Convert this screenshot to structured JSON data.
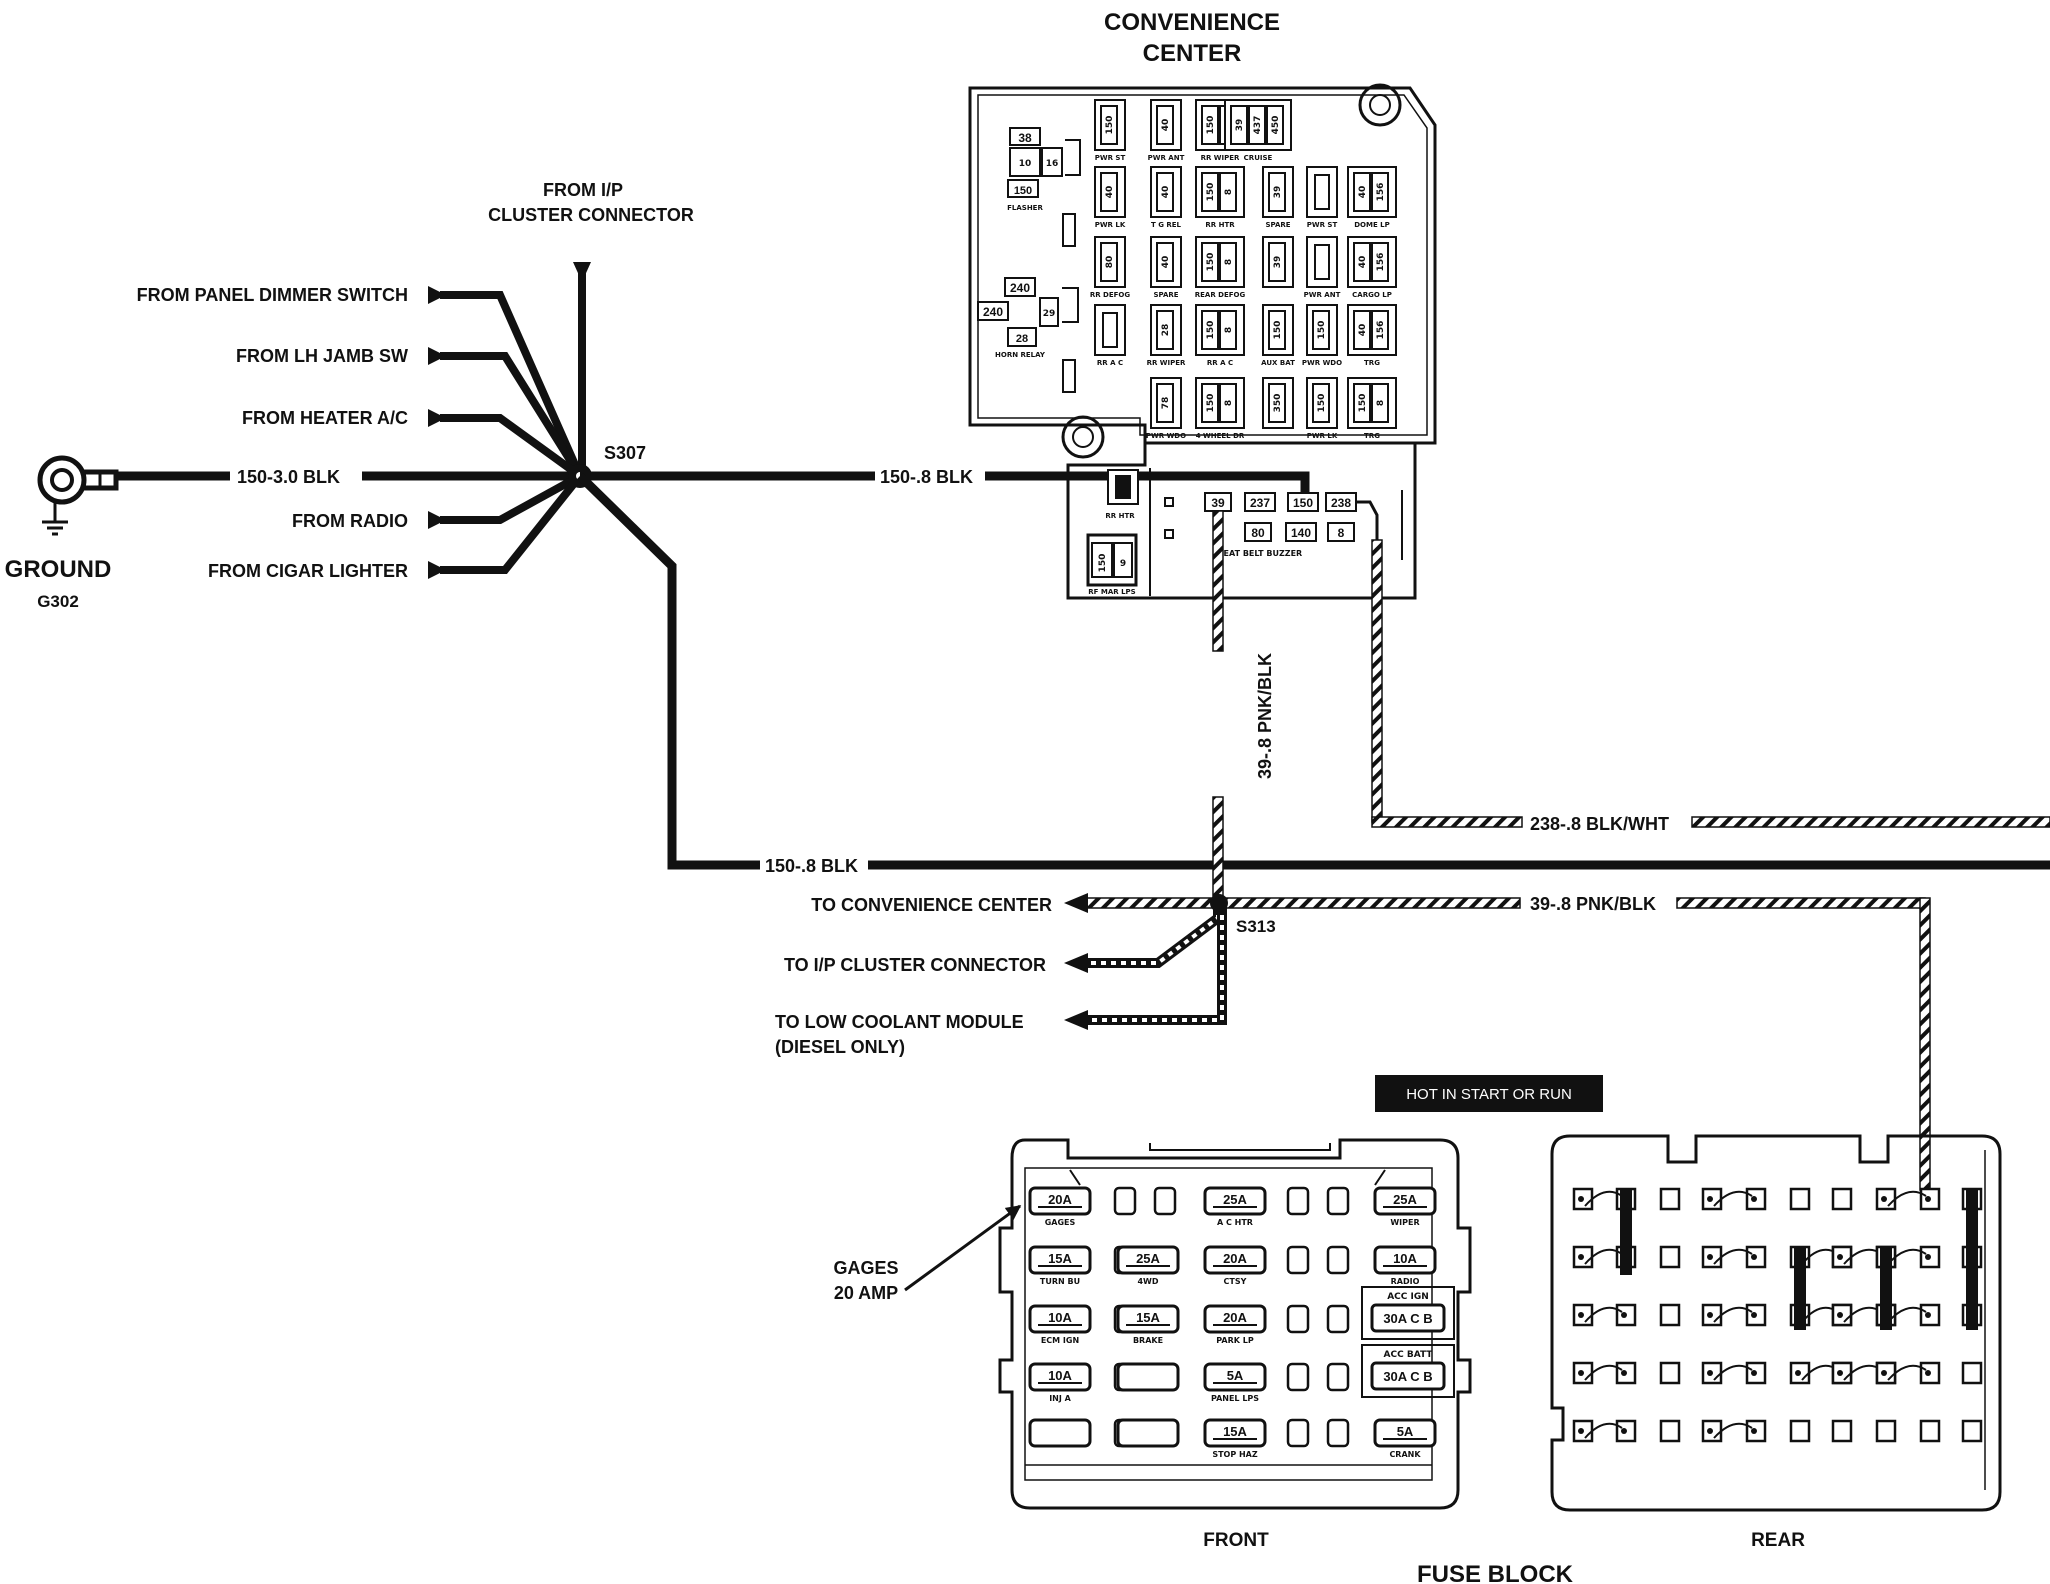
{
  "ground": {
    "label": "GROUND",
    "id": "G302",
    "wire": "150-3.0 BLK"
  },
  "splice_s307": {
    "label": "S307"
  },
  "splice_s313": {
    "label": "S313"
  },
  "inputs": {
    "ip_cluster": [
      "FROM I/P",
      "CLUSTER CONNECTOR"
    ],
    "panel_dimmer": "FROM PANEL DIMMER SWITCH",
    "lh_jamb": "FROM LH JAMB SW",
    "heater_ac": "FROM HEATER A/C",
    "radio": "FROM RADIO",
    "cigar": "FROM CIGAR LIGHTER"
  },
  "wires": {
    "to_conv_center": "150-.8 BLK",
    "main_ground": "150-.8 BLK",
    "pnk_vertical": "39-.8 PNK/BLK",
    "blk_wht": "238-.8 BLK/WHT",
    "pnk_horizontal": "39-.8 PNK/BLK"
  },
  "outputs": {
    "conv_center": "TO CONVENIENCE CENTER",
    "ip_cluster": "TO I/P CLUSTER CONNECTOR",
    "low_coolant": [
      "TO LOW  COOLANT MODULE",
      "(DIESEL ONLY)"
    ]
  },
  "convenience_center": {
    "title": [
      "CONVENIENCE",
      "CENTER"
    ],
    "connector_row1": [
      "39",
      "237",
      "150",
      "238"
    ],
    "connector_row2": [
      "80",
      "140",
      "8"
    ],
    "buzzer_label": "SEAT BELT BUZZER",
    "rr_htr_label": "RR HTR",
    "rr_mar_label": "RF MAR LPS",
    "cells": [
      {
        "n": [
          "150"
        ],
        "label": "PWR ST"
      },
      {
        "n": [
          "40"
        ],
        "label": "PWR ANT"
      },
      {
        "n": [
          "150",
          "8"
        ],
        "label": "RR WIPER"
      },
      {
        "n": [
          "39",
          "437",
          "450"
        ],
        "label": "CRUISE"
      },
      {
        "n": [
          "40"
        ],
        "label": "PWR LK"
      },
      {
        "n": [
          "40"
        ],
        "label": "T G REL"
      },
      {
        "n": [
          "150",
          "8"
        ],
        "label": "RR HTR"
      },
      {
        "n": [
          "39"
        ],
        "label": "SPARE"
      },
      {
        "n": [],
        "label": "PWR ST"
      },
      {
        "n": [
          "40",
          "156"
        ],
        "label": "DOME LP"
      },
      {
        "n": [
          "80"
        ],
        "label": "RR DEFOG"
      },
      {
        "n": [
          "40"
        ],
        "label": "SPARE"
      },
      {
        "n": [
          "150",
          "8"
        ],
        "label": "REAR DEFOG"
      },
      {
        "n": [
          "39"
        ],
        "label": ""
      },
      {
        "n": [],
        "label": "PWR ANT"
      },
      {
        "n": [
          "40",
          "156"
        ],
        "label": "CARGO LP"
      },
      {
        "n": [],
        "label": "RR A C"
      },
      {
        "n": [
          "28"
        ],
        "label": "RR WIPER"
      },
      {
        "n": [
          "150",
          "8"
        ],
        "label": "RR A C"
      },
      {
        "n": [
          "150"
        ],
        "label": "AUX BAT"
      },
      {
        "n": [
          "150"
        ],
        "label": "PWR WDO"
      },
      {
        "n": [
          "40",
          "156"
        ],
        "label": "TRG"
      },
      {
        "n": [
          "78"
        ],
        "label": "PWR WDO"
      },
      {
        "n": [
          "150",
          "8"
        ],
        "label": "4 WHEEL DR"
      },
      {
        "n": [
          "350"
        ],
        "label": ""
      },
      {
        "n": [
          "150"
        ],
        "label": "PWR LK"
      },
      {
        "n": [
          "150",
          "8"
        ],
        "label": "TRG"
      }
    ],
    "left_relays": {
      "flasher_nums": [
        "38",
        "10",
        "16",
        "150"
      ],
      "flasher_label": "FLASHER",
      "horn_nums": [
        "240",
        "240",
        "29",
        "28"
      ],
      "horn_label": "HORN RELAY"
    }
  },
  "hot_label": "HOT IN START OR RUN",
  "gages_callout": [
    "GAGES",
    "20 AMP"
  ],
  "fuse_block": {
    "title": "FUSE BLOCK",
    "front_label": "FRONT",
    "rear_label": "REAR",
    "front_fuses": [
      {
        "v": "20A",
        "l": "GAGES"
      },
      {
        "v": "25A",
        "l": "A C HTR"
      },
      {
        "v": "25A",
        "l": "WIPER"
      },
      {
        "v": "15A",
        "l": "TURN BU"
      },
      {
        "v": "25A",
        "l": "4WD"
      },
      {
        "v": "20A",
        "l": "CTSY"
      },
      {
        "v": "10A",
        "l": "RADIO"
      },
      {
        "v": "10A",
        "l": "ECM IGN"
      },
      {
        "v": "15A",
        "l": "BRAKE"
      },
      {
        "v": "20A",
        "l": "PARK LP"
      },
      {
        "v": "10A",
        "l": "INJ A"
      },
      {
        "v": "5A",
        "l": "PANEL LPS"
      },
      {
        "v": "15A",
        "l": "STOP HAZ"
      },
      {
        "v": "5A",
        "l": "CRANK"
      }
    ],
    "breakers": [
      {
        "top": "ACC IGN",
        "v": "30A C B"
      },
      {
        "top": "ACC BATT",
        "v": "30A C B"
      }
    ]
  }
}
